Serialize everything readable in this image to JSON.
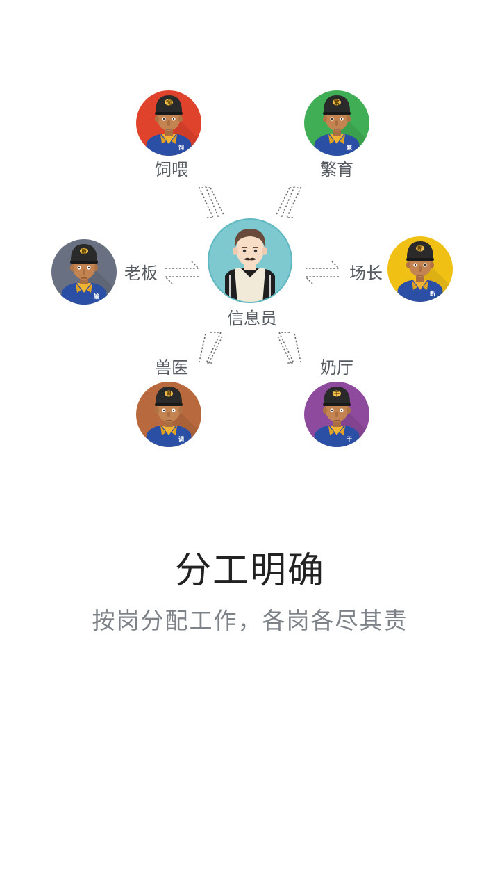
{
  "center": {
    "label": "信息员",
    "bg_color": "#7ec8cf"
  },
  "roles": [
    {
      "label": "饲喂",
      "cap_char": "饲",
      "badge_char": "饲",
      "color": "#e0432c"
    },
    {
      "label": "繁育",
      "cap_char": "繁",
      "badge_char": "繁",
      "color": "#3fae54"
    },
    {
      "label": "老板",
      "cap_char": "板",
      "badge_char": "输",
      "color": "#687081"
    },
    {
      "label": "场长",
      "cap_char": "断",
      "badge_char": "断",
      "color": "#f0c015"
    },
    {
      "label": "兽医",
      "cap_char": "兽",
      "badge_char": "调",
      "color": "#b86a3e"
    },
    {
      "label": "奶厅",
      "cap_char": "干",
      "badge_char": "干",
      "color": "#8e4a9c"
    }
  ],
  "headline": "分工明确",
  "subline": "按岗分配工作，各岗各尽其责"
}
